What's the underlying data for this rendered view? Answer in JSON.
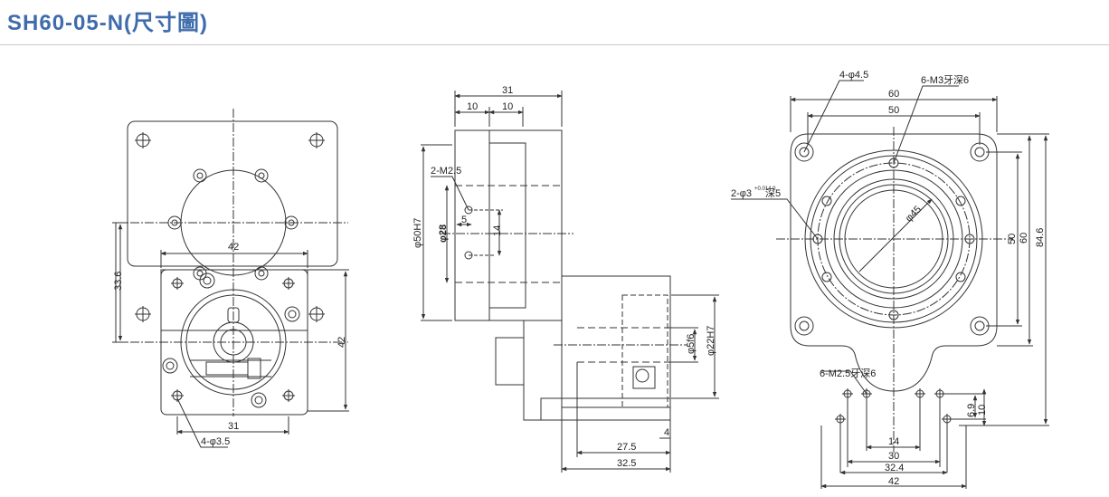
{
  "title": "SH60-05-N(尺寸圖)",
  "front_view": {
    "dim_top": "42",
    "dim_bottom": "31",
    "dim_left": "33.6",
    "dim_right": "42",
    "hole_callout": "4-φ3.5"
  },
  "side_view": {
    "dim_overall": "31",
    "dim_seg_a": "10",
    "dim_seg_b": "10",
    "tap_callout": "2-M2.5",
    "dim_five": "5",
    "dim_fourteen": "14",
    "dim_bore_big": "φ50H7",
    "dim_bore_small": "φ28",
    "dim_shaft": "φ5f6",
    "dim_pilot": "φ22H7",
    "dim_four": "4",
    "dim_27_5": "27.5",
    "dim_32_5": "32.5"
  },
  "rear_view": {
    "hole_callout": "4-φ4.5",
    "tap_callout_top": "6-M3牙深6",
    "dim_60": "60",
    "dim_50": "50",
    "pin_callout": "2-φ3",
    "pin_tol": "+0.014 0",
    "pin_depth": "深5",
    "dim_pcd": "φ45",
    "dim_right_50": "50",
    "dim_right_60": "60",
    "dim_right_84_6": "84.6",
    "tap_callout_bottom": "6-M2.5牙深6",
    "dim_6_9": "6.9",
    "dim_10": "10",
    "dim_14": "14",
    "dim_30": "30",
    "dim_32_4": "32.4",
    "dim_42": "42"
  }
}
